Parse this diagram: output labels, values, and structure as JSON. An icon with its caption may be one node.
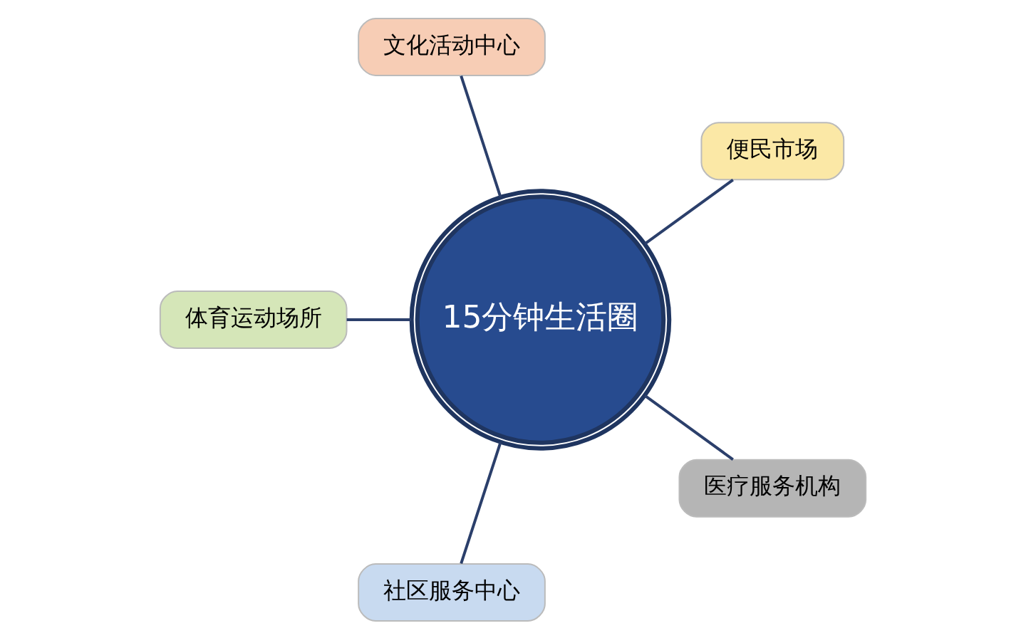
{
  "diagram": {
    "nodes": [
      {
        "text": [
          "便民市场"
        ]
      },
      {
        "text": [
          "文化活动中心"
        ]
      },
      {
        "text": [
          "体育运动场所"
        ]
      },
      {
        "text": [
          "15分钟生活圈"
        ]
      },
      {
        "text": [
          "社区服务中心"
        ]
      },
      {
        "text": [
          "医疗服务机构"
        ]
      }
    ],
    "edges": [
      {
        "from": 3,
        "to": 0,
        "arrow": "none"
      },
      {
        "from": 3,
        "to": 1,
        "arrow": "none"
      },
      {
        "from": 3,
        "to": 2,
        "arrow": "none"
      },
      {
        "from": 3,
        "to": 4,
        "arrow": "none"
      },
      {
        "from": 3,
        "to": 5,
        "arrow": "none"
      }
    ]
  }
}
